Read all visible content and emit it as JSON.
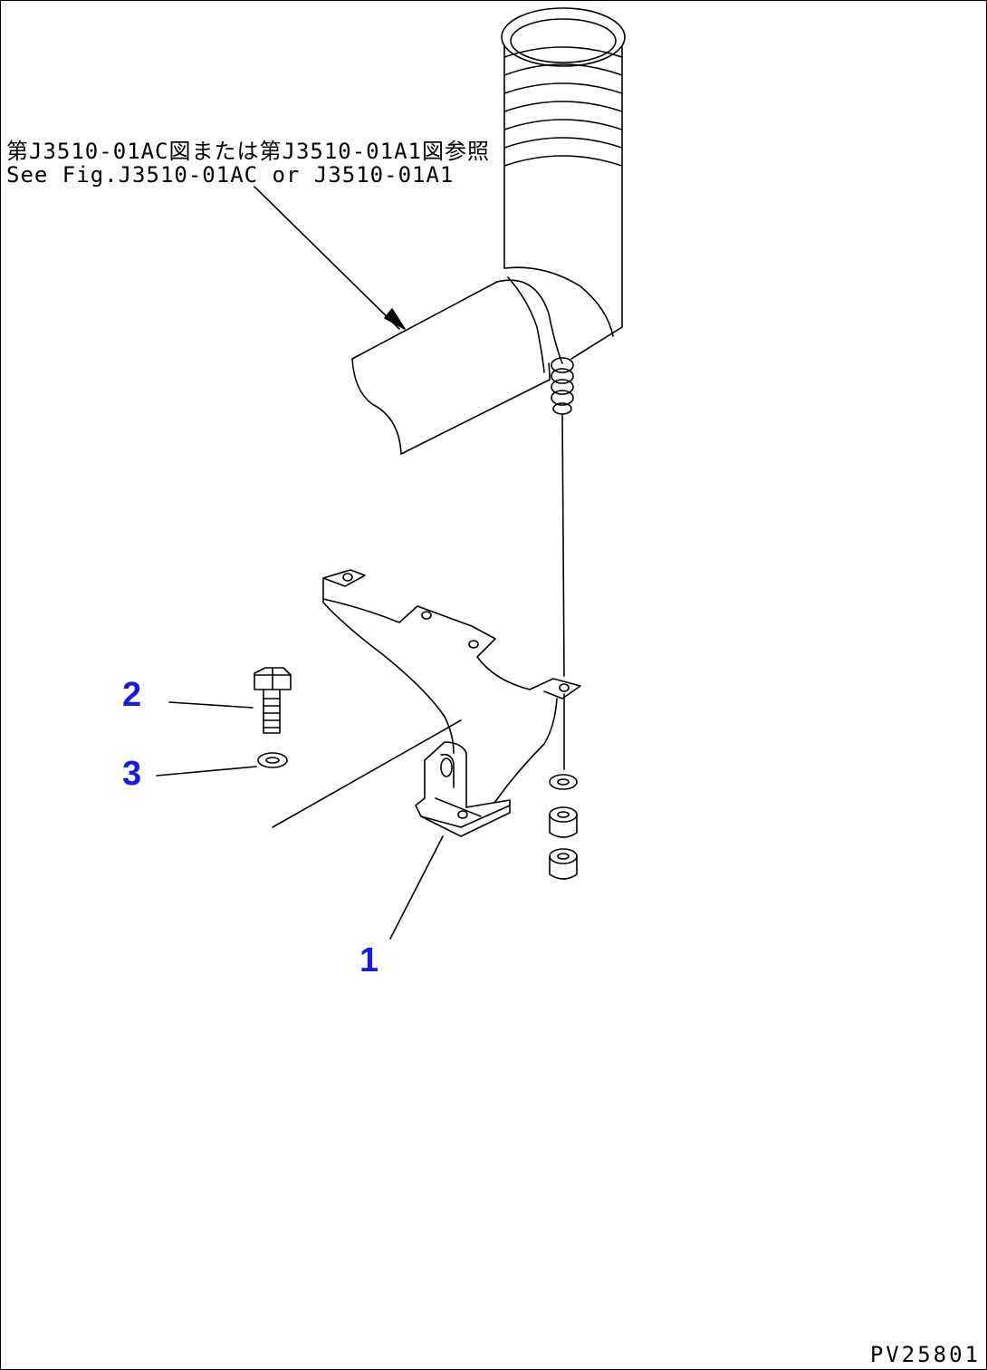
{
  "reference_note": {
    "line_ja": "第J3510-01AC図または第J3510-01A1図参照",
    "line_en": "See Fig.J3510-01AC or J3510-01A1"
  },
  "callouts": [
    {
      "label": "1"
    },
    {
      "label": "2"
    },
    {
      "label": "3"
    }
  ],
  "figure_id": "PV25801"
}
